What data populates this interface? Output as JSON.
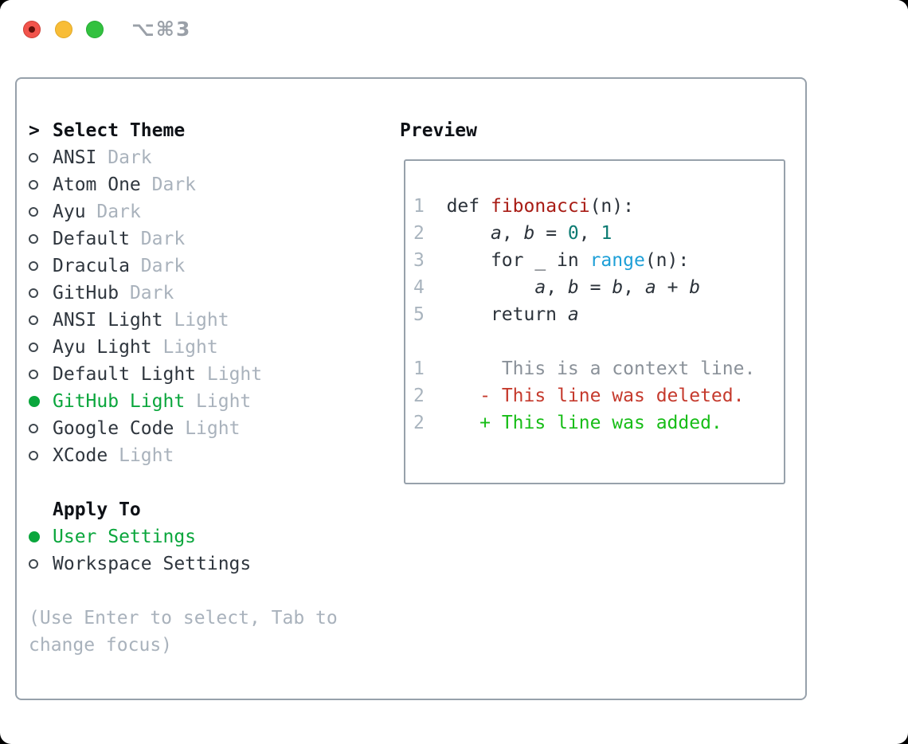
{
  "window": {
    "title": "⌥⌘3",
    "traffic_lights": [
      {
        "name": "close-button",
        "color": "#f2544c"
      },
      {
        "name": "minimize-button",
        "color": "#f8bd37"
      },
      {
        "name": "zoom-button",
        "color": "#32c13f"
      }
    ]
  },
  "icons": {
    "cursor": "cursor-icon",
    "radio_selected": "radio-selected-icon",
    "radio_unselected": "radio-unselected-icon"
  },
  "theme_panel": {
    "header": {
      "cursor": ">",
      "label": "Select Theme"
    },
    "themes": [
      {
        "name": "ANSI",
        "variant": "Dark",
        "selected": false
      },
      {
        "name": "Atom One",
        "variant": "Dark",
        "selected": false
      },
      {
        "name": "Ayu",
        "variant": "Dark",
        "selected": false
      },
      {
        "name": "Default",
        "variant": "Dark",
        "selected": false
      },
      {
        "name": "Dracula",
        "variant": "Dark",
        "selected": false
      },
      {
        "name": "GitHub",
        "variant": "Dark",
        "selected": false
      },
      {
        "name": "ANSI Light",
        "variant": "Light",
        "selected": false
      },
      {
        "name": "Ayu Light",
        "variant": "Light",
        "selected": false
      },
      {
        "name": "Default Light",
        "variant": "Light",
        "selected": false
      },
      {
        "name": "GitHub Light",
        "variant": "Light",
        "selected": true
      },
      {
        "name": "Google Code",
        "variant": "Light",
        "selected": false
      },
      {
        "name": "XCode",
        "variant": "Light",
        "selected": false
      }
    ],
    "apply_to": {
      "label": "Apply To",
      "options": [
        {
          "name": "User Settings",
          "selected": true
        },
        {
          "name": "Workspace Settings",
          "selected": false
        }
      ]
    },
    "help_lines": [
      "(Use Enter to select, Tab to",
      "change focus)"
    ]
  },
  "preview": {
    "label": "Preview",
    "lines": [
      {
        "type": "code",
        "num": "1",
        "tokens": [
          {
            "t": "def ",
            "s": "code"
          },
          {
            "t": "fibonacci",
            "s": "func"
          },
          {
            "t": "(n):",
            "s": "code"
          }
        ]
      },
      {
        "type": "code",
        "num": "2",
        "tokens": [
          {
            "t": "    ",
            "s": "code"
          },
          {
            "t": "a",
            "s": "var"
          },
          {
            "t": ", ",
            "s": "code"
          },
          {
            "t": "b",
            "s": "var"
          },
          {
            "t": " = ",
            "s": "code"
          },
          {
            "t": "0",
            "s": "num"
          },
          {
            "t": ", ",
            "s": "code"
          },
          {
            "t": "1",
            "s": "num"
          }
        ]
      },
      {
        "type": "code",
        "num": "3",
        "tokens": [
          {
            "t": "    for _ in ",
            "s": "code"
          },
          {
            "t": "range",
            "s": "builtin"
          },
          {
            "t": "(n):",
            "s": "code"
          }
        ]
      },
      {
        "type": "code",
        "num": "4",
        "tokens": [
          {
            "t": "        ",
            "s": "code"
          },
          {
            "t": "a",
            "s": "var"
          },
          {
            "t": ", ",
            "s": "code"
          },
          {
            "t": "b",
            "s": "var"
          },
          {
            "t": " = ",
            "s": "code"
          },
          {
            "t": "b",
            "s": "var"
          },
          {
            "t": ", ",
            "s": "code"
          },
          {
            "t": "a",
            "s": "var"
          },
          {
            "t": " + ",
            "s": "code"
          },
          {
            "t": "b",
            "s": "var"
          }
        ]
      },
      {
        "type": "code",
        "num": "5",
        "tokens": [
          {
            "t": "    return ",
            "s": "code"
          },
          {
            "t": "a",
            "s": "var"
          }
        ]
      },
      {
        "type": "blank"
      },
      {
        "type": "diff",
        "num": "1",
        "marker": " ",
        "style": "context",
        "text": "This is a context line."
      },
      {
        "type": "diff",
        "num": "2",
        "marker": "-",
        "style": "deleted",
        "text": "This line was deleted."
      },
      {
        "type": "diff",
        "num": "2",
        "marker": "+",
        "style": "added",
        "text": "This line was added."
      }
    ]
  },
  "colors": {
    "panel_border": "#97a1ab",
    "accent_green": "#0aa63c",
    "diff_added": "#17bd17",
    "diff_deleted": "#c53a2d",
    "context_gray": "#8a9199",
    "syntax_function": "#a81b14",
    "syntax_number": "#0b7a72",
    "syntax_builtin": "#1d9fd7",
    "muted_text": "#a9b2bc",
    "primary_text": "#2f363e",
    "title_gray": "#9aa0a8"
  }
}
